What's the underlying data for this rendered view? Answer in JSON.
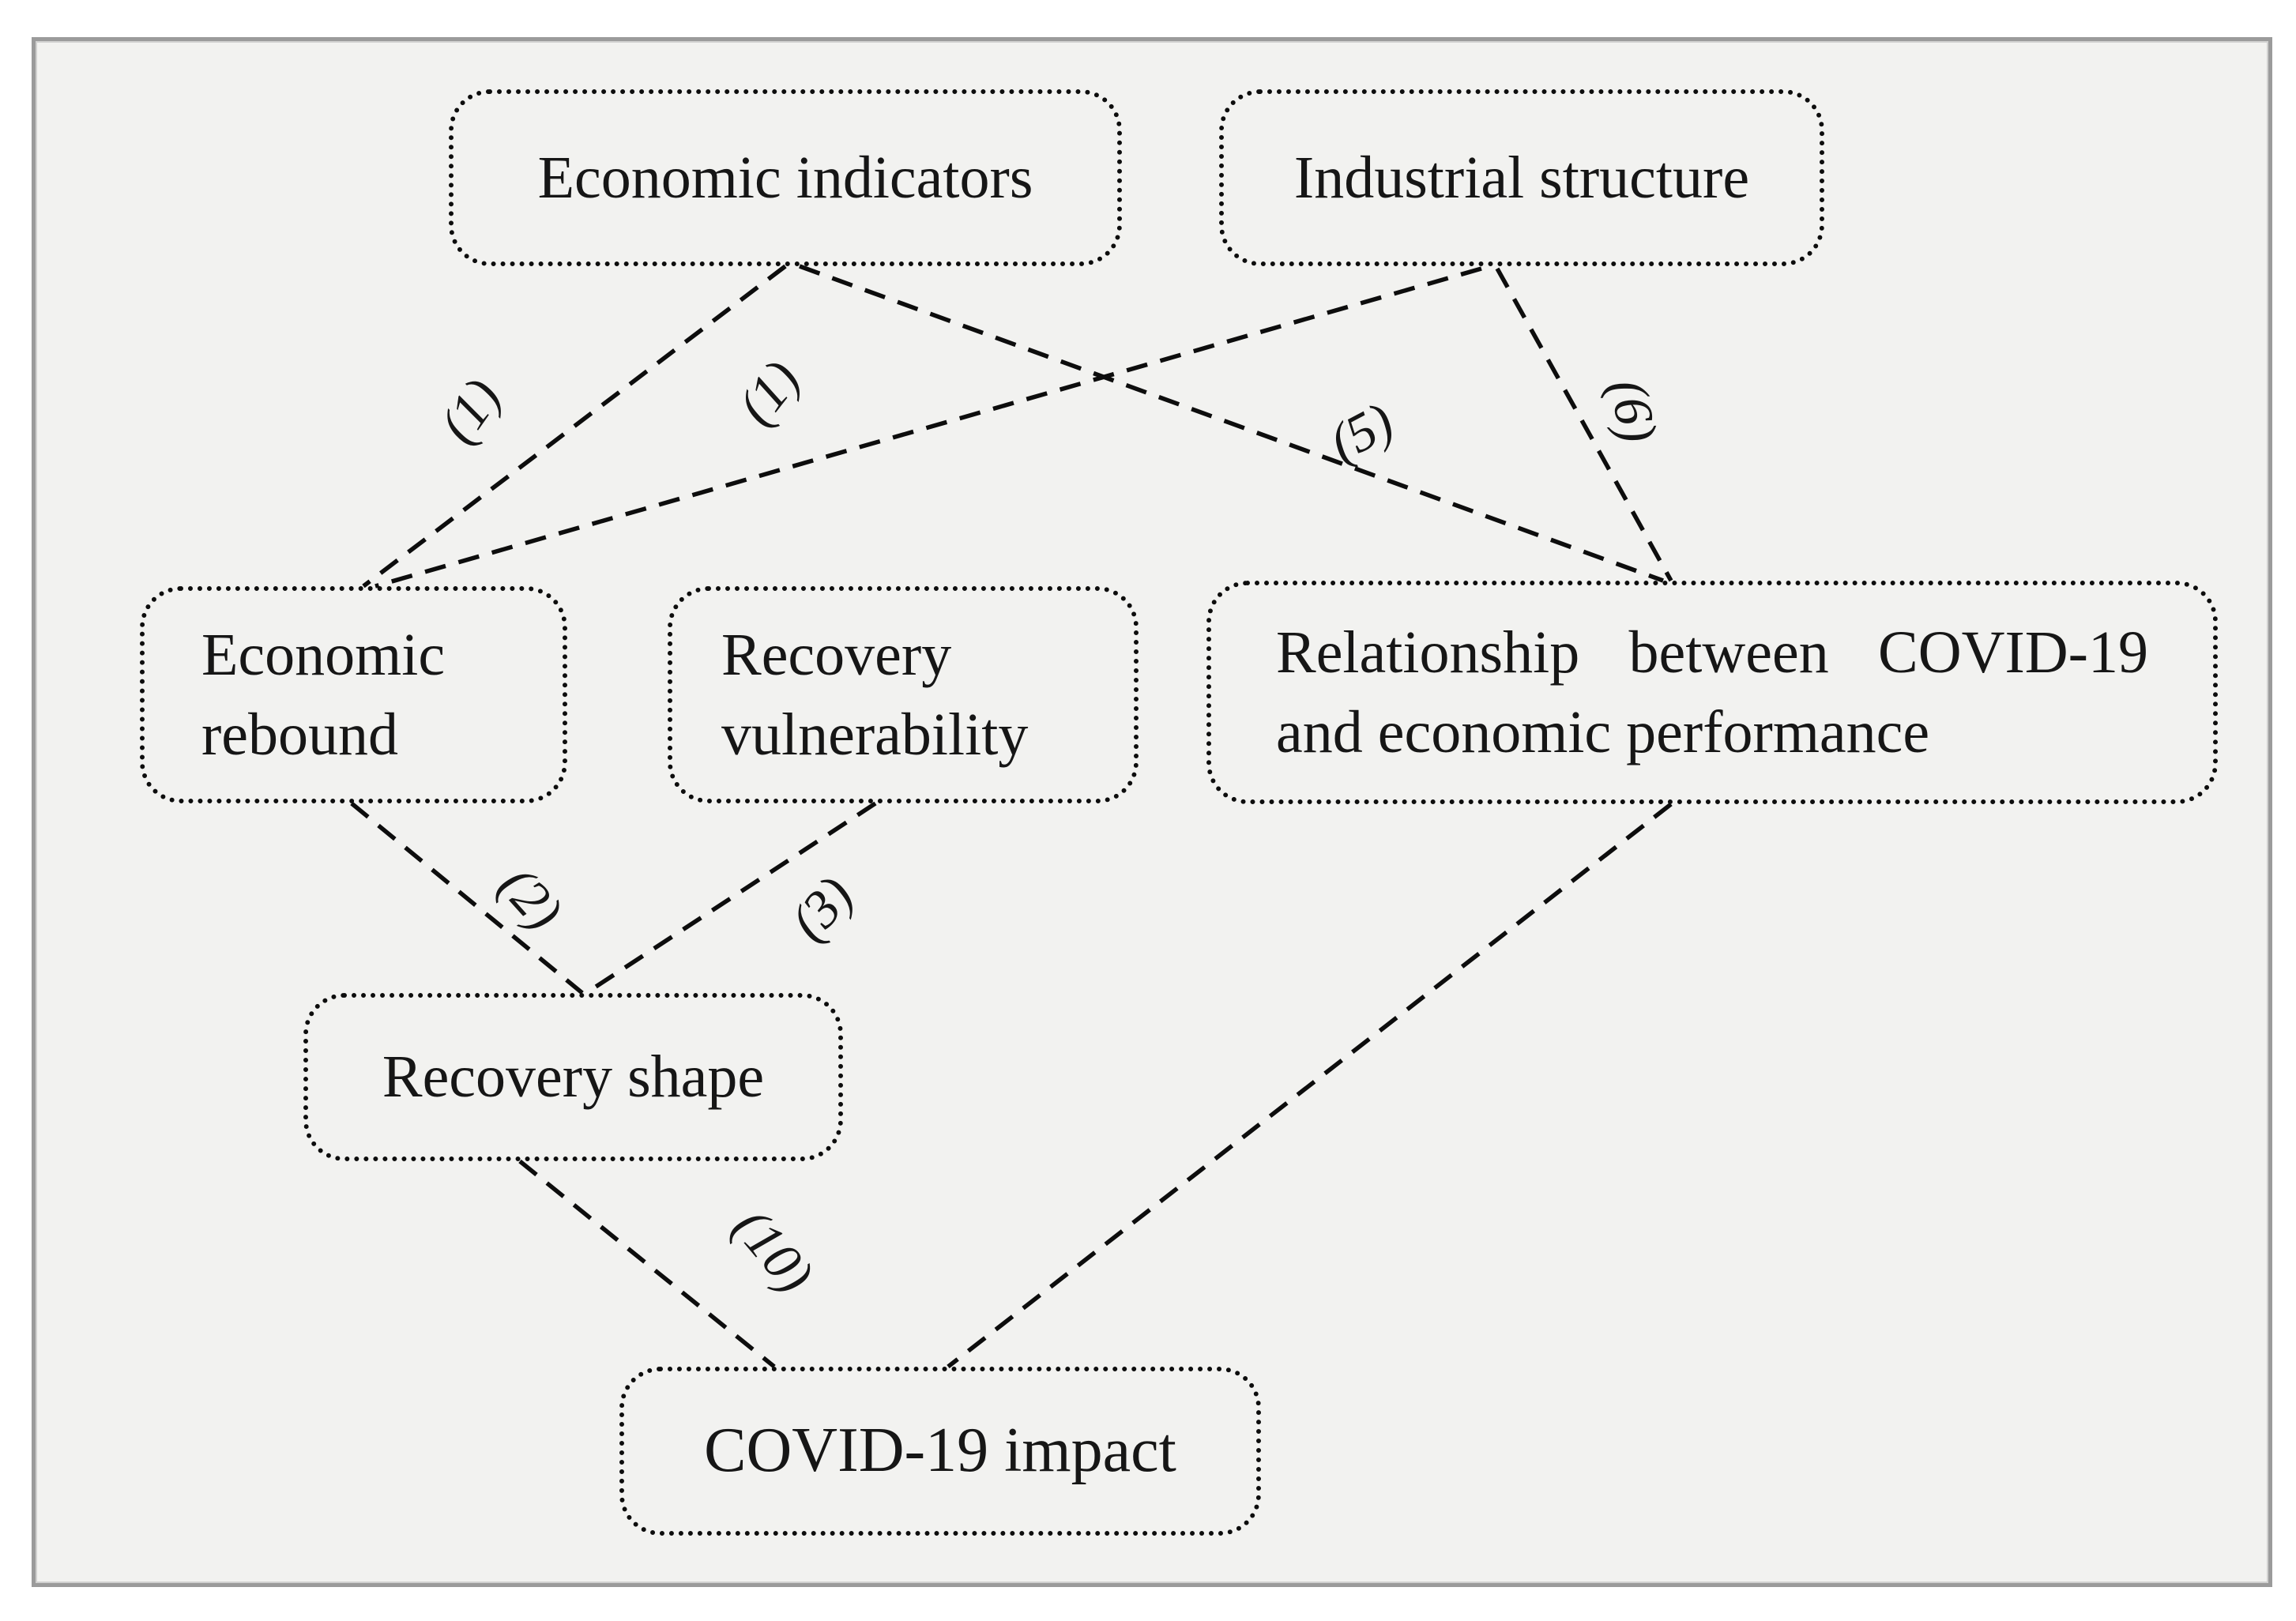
{
  "figure": {
    "type": "concept-diagram",
    "background_color": "#f2f2f0",
    "frame_color": "#9b9b9b",
    "line_color": "#0d0d0d",
    "text_color": "#161616",
    "line_style": "dashed",
    "node_border_style": "dotted"
  },
  "nodes": {
    "economic_indicators": {
      "label": "Economic indicators"
    },
    "industrial_structure": {
      "label": "Industrial structure"
    },
    "economic_rebound": {
      "label": "Economic rebound"
    },
    "recovery_vulnerability": {
      "label": "Recovery vulnerability"
    },
    "relationship": {
      "label": "Relationship between COVID-19 and economic performance"
    },
    "recovery_shape": {
      "label": "Recovery shape"
    },
    "covid_impact": {
      "label": "COVID-19 impact"
    }
  },
  "edges": [
    {
      "from": "economic_indicators",
      "to": "economic_rebound",
      "label": "(1)"
    },
    {
      "from": "industrial_structure",
      "to": "economic_rebound",
      "label": "(1)"
    },
    {
      "from": "economic_rebound",
      "to": "recovery_shape",
      "label": "(2)"
    },
    {
      "from": "recovery_vulnerability",
      "to": "recovery_shape",
      "label": "(3)"
    },
    {
      "from": "economic_indicators",
      "to": "relationship",
      "label": "(5)"
    },
    {
      "from": "industrial_structure",
      "to": "relationship",
      "label": "(6)"
    },
    {
      "from": "recovery_shape",
      "to": "covid_impact",
      "label": "(10)"
    },
    {
      "from": "relationship",
      "to": "covid_impact",
      "label": ""
    }
  ]
}
